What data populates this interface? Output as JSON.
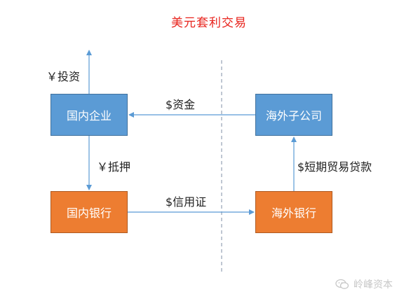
{
  "title": "美元套利交易",
  "nodes": {
    "domestic_enterprise": "国内企业",
    "domestic_bank": "国内银行",
    "overseas_subsidiary": "海外子公司",
    "overseas_bank": "海外银行"
  },
  "edge_labels": {
    "rmb_investment": "￥投资",
    "usd_funds": "$资金",
    "rmb_pledge": "￥抵押",
    "usd_letter_of_credit": "$信用证",
    "usd_short_term_trade_loan": "$短期贸易贷款"
  },
  "watermark": "岭峰资本",
  "colors": {
    "title": "#e8231c",
    "domestic_and_subsidiary_fill": "#5b9bd5",
    "bank_fill": "#ed7d31",
    "arrow": "#5b9bd5",
    "divider": "#7f8fa6"
  }
}
